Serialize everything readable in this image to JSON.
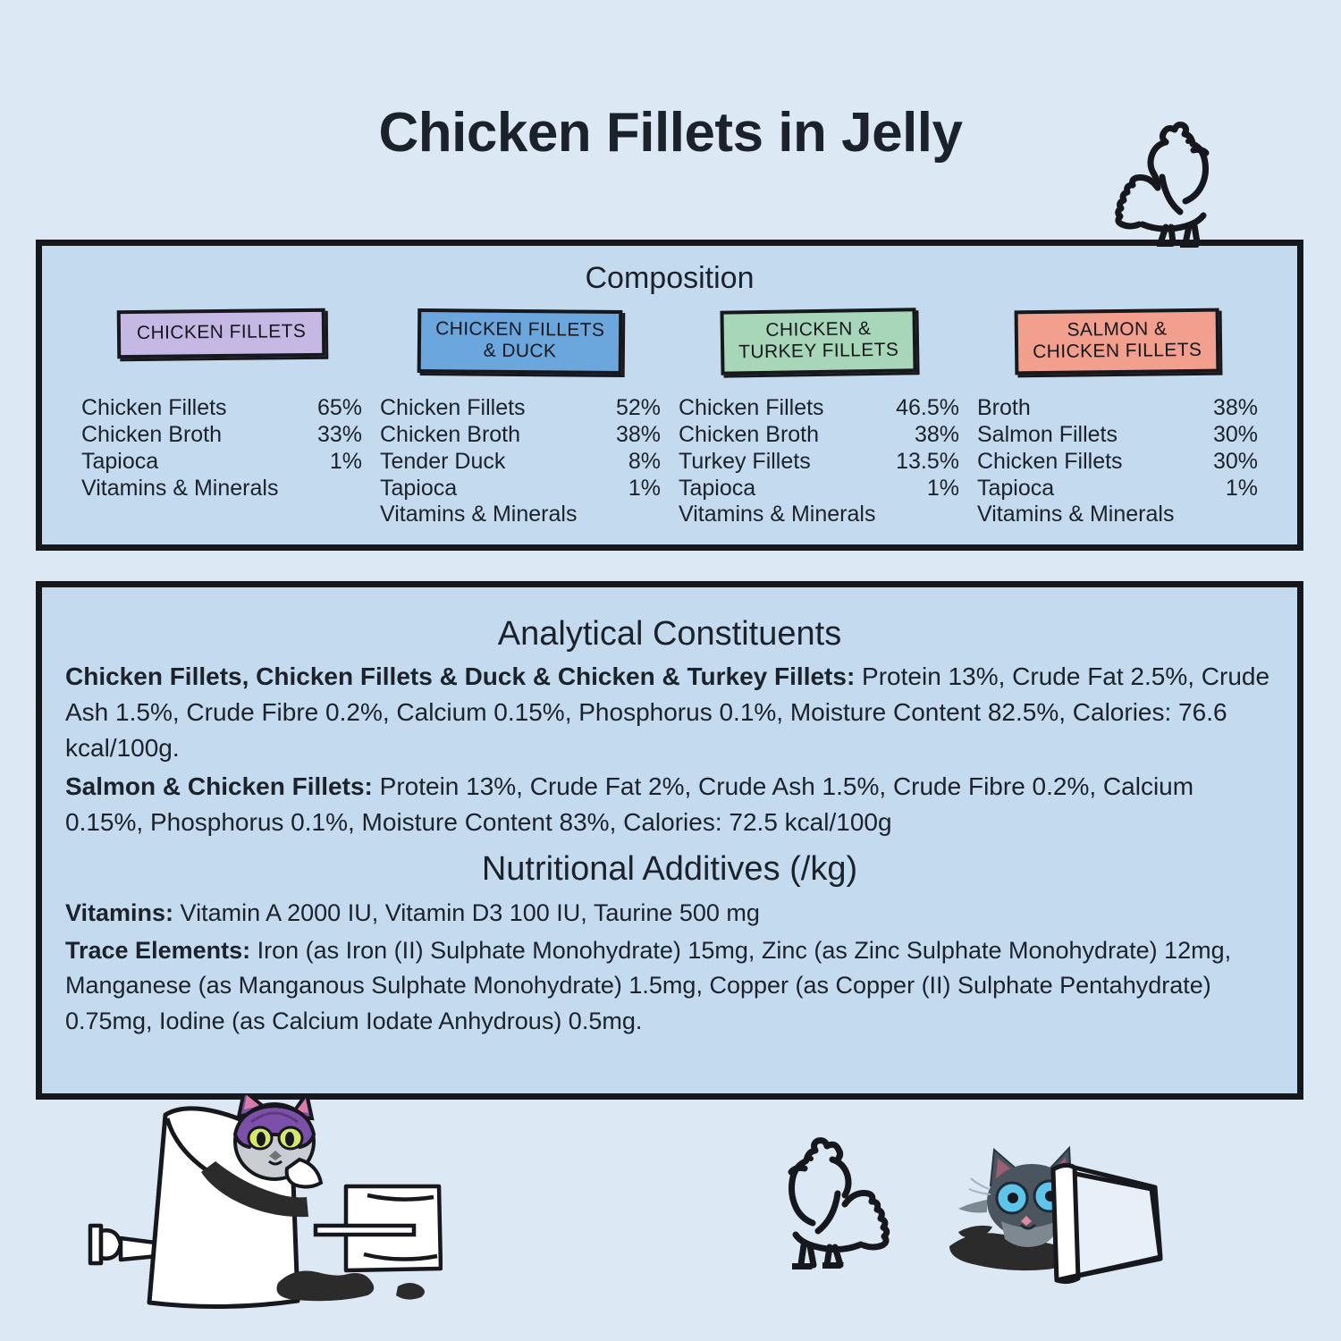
{
  "title": "Chicken Fillets in Jelly",
  "colors": {
    "page_background": "#dce9f4",
    "panel_background": "#c4daee",
    "border": "#16181d",
    "text": "#1b222c",
    "chip_chicken_fillets": "#c6b8e4",
    "chip_chicken_duck": "#6ba7dd",
    "chip_chicken_turkey": "#a8d6b8",
    "chip_salmon_chicken": "#f29f8e"
  },
  "composition": {
    "heading": "Composition",
    "columns": [
      {
        "chip_label": "CHICKEN FILLETS",
        "chip_color": "#c6b8e4",
        "ingredients": [
          {
            "name": "Chicken Fillets",
            "pct": "65%"
          },
          {
            "name": "Chicken Broth",
            "pct": "33%"
          },
          {
            "name": "Tapioca",
            "pct": "1%"
          },
          {
            "name": "Vitamins & Minerals",
            "pct": ""
          }
        ]
      },
      {
        "chip_label": "CHICKEN FILLETS\n& DUCK",
        "chip_color": "#6ba7dd",
        "ingredients": [
          {
            "name": "Chicken Fillets",
            "pct": "52%"
          },
          {
            "name": "Chicken Broth",
            "pct": "38%"
          },
          {
            "name": "Tender Duck",
            "pct": "8%"
          },
          {
            "name": "Tapioca",
            "pct": "1%"
          },
          {
            "name": "Vitamins & Minerals",
            "pct": ""
          }
        ]
      },
      {
        "chip_label": "CHICKEN &\nTURKEY FILLETS",
        "chip_color": "#a8d6b8",
        "ingredients": [
          {
            "name": "Chicken Fillets",
            "pct": "46.5%"
          },
          {
            "name": "Chicken Broth",
            "pct": "38%"
          },
          {
            "name": "Turkey Fillets",
            "pct": "13.5%"
          },
          {
            "name": "Tapioca",
            "pct": "1%"
          },
          {
            "name": "Vitamins & Minerals",
            "pct": ""
          }
        ]
      },
      {
        "chip_label": "SALMON &\nCHICKEN FILLETS",
        "chip_color": "#f29f8e",
        "ingredients": [
          {
            "name": "Broth",
            "pct": "38%"
          },
          {
            "name": "Salmon Fillets",
            "pct": "30%"
          },
          {
            "name": "Chicken Fillets",
            "pct": "30%"
          },
          {
            "name": "Tapioca",
            "pct": "1%"
          },
          {
            "name": "Vitamins & Minerals",
            "pct": ""
          }
        ]
      }
    ]
  },
  "analytical": {
    "heading": "Analytical Constituents",
    "paragraphs": [
      {
        "lead": "Chicken Fillets, Chicken Fillets & Duck & Chicken & Turkey Fillets:",
        "rest": " Protein 13%, Crude Fat 2.5%, Crude Ash 1.5%, Crude Fibre 0.2%, Calcium 0.15%, Phosphorus 0.1%, Moisture Content 82.5%, Calories: 76.6 kcal/100g."
      },
      {
        "lead": "Salmon & Chicken Fillets:",
        "rest": " Protein 13%, Crude Fat 2%, Crude Ash 1.5%, Crude Fibre 0.2%, Calcium 0.15%, Phosphorus 0.1%, Moisture Content 83%, Calories: 72.5 kcal/100g"
      }
    ]
  },
  "additives": {
    "heading": "Nutritional Additives (/kg)",
    "paragraphs": [
      {
        "lead": "Vitamins:",
        "rest": " Vitamin A 2000 IU, Vitamin D3 100 IU, Taurine 500 mg"
      },
      {
        "lead": "Trace Elements:",
        "rest": " Iron (as Iron (II) Sulphate Monohydrate) 15mg, Zinc (as Zinc Sulphate Monohydrate) 12mg, Manganese (as Manganous Sulphate Monohydrate) 1.5mg, Copper (as Copper (II) Sulphate Pentahydrate) 0.75mg, Iodine (as Calcium Iodate Anhydrous) 0.5mg."
      }
    ]
  },
  "illustrations": [
    {
      "name": "chicken-line-drawing-top"
    },
    {
      "name": "chicken-line-drawing-bottom"
    },
    {
      "name": "cat-in-food-sack-with-shovel"
    },
    {
      "name": "cat-in-tipped-bucket"
    }
  ]
}
